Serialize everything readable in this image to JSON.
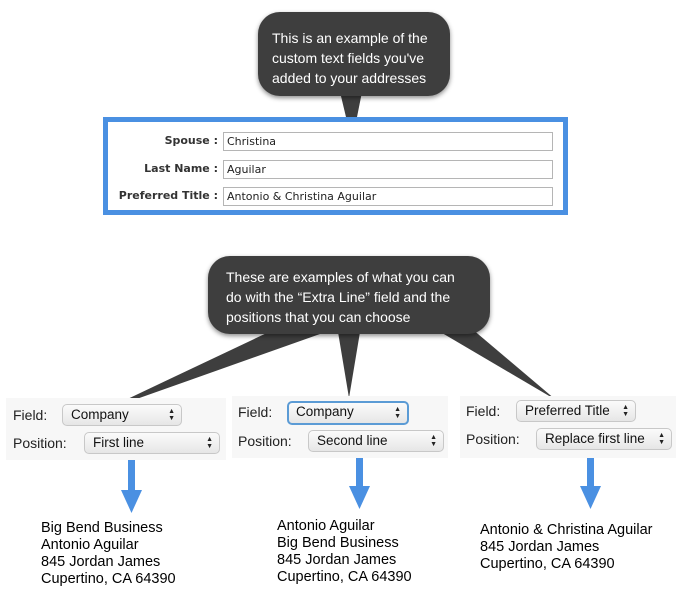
{
  "callouts": {
    "custom_fields": [
      "This is an example of the",
      "custom text fields you've",
      "added to your addresses"
    ],
    "extra_line": [
      "These are examples of what you can",
      "do with the “Extra Line” field and the",
      "positions that you can choose"
    ]
  },
  "custom_fields": [
    {
      "label": "Spouse :",
      "value": "Christina"
    },
    {
      "label": "Last Name :",
      "value": "Aguilar"
    },
    {
      "label": "Preferred Title :",
      "value": "Antonio & Christina Aguilar"
    }
  ],
  "examples": [
    {
      "field_label": "Field:",
      "field_value": "Company",
      "position_label": "Position:",
      "position_value": "First line",
      "address": [
        "Big Bend Business",
        "Antonio Aguilar",
        "845 Jordan James",
        "Cupertino, CA   64390"
      ]
    },
    {
      "field_label": "Field:",
      "field_value": "Company",
      "position_label": "Position:",
      "position_value": "Second line",
      "address": [
        "Antonio Aguilar",
        "Big Bend Business",
        "845 Jordan James",
        "Cupertino, CA   64390"
      ]
    },
    {
      "field_label": "Field:",
      "field_value": "Preferred Title",
      "position_label": "Position:",
      "position_value": "Replace first line",
      "address": [
        "Antonio & Christina Aguilar",
        "845 Jordan James",
        "Cupertino, CA   64390"
      ]
    }
  ],
  "colors": {
    "accent_blue": "#4a90e2",
    "bubble": "#3e3e3e"
  }
}
